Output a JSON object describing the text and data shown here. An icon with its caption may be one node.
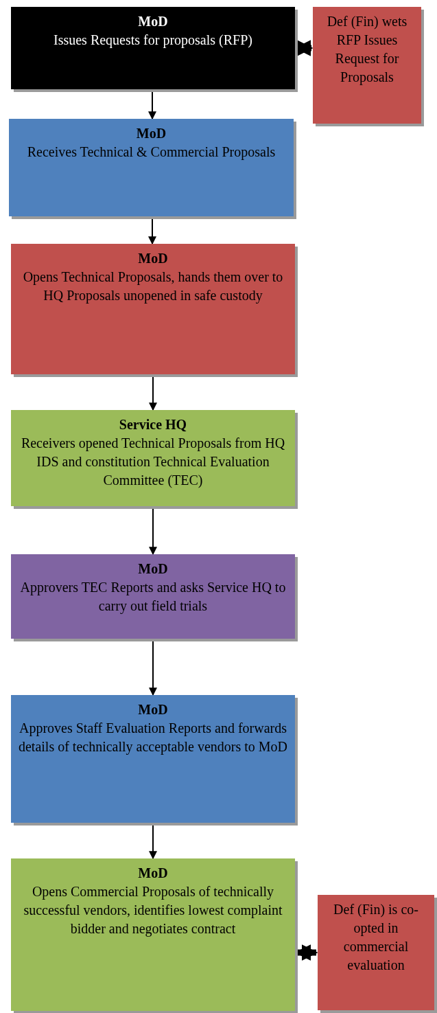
{
  "diagram": {
    "nodes": [
      {
        "text": [
          "MoD",
          "Issues Requests for proposals (RFP)"
        ]
      },
      {
        "text": [
          "Def (Fin) wets RFP Issues Request for Proposals"
        ]
      },
      {
        "text": [
          "MoD",
          "Receives Technical & Commercial Proposals"
        ]
      },
      {
        "text": [
          "MoD",
          "Opens Technical Proposals, hands them over to HQ Proposals unopened in safe custody"
        ]
      },
      {
        "text": [
          "Service HQ",
          "Receivers opened Technical Proposals from HQ IDS and constitution Technical Evaluation Committee (TEC)"
        ]
      },
      {
        "text": [
          "MoD",
          "Approvers TEC Reports and asks Service HQ to carry out field trials"
        ]
      },
      {
        "text": [
          "MoD",
          "Approves Staff Evaluation Reports and forwards details of technically acceptable vendors to MoD"
        ]
      },
      {
        "text": [
          "MoD",
          "Opens Commercial Proposals of technically successful vendors, identifies lowest complaint bidder and negotiates contract"
        ]
      },
      {
        "text": [
          "Def (Fin) is co-opted in commercial evaluation"
        ]
      }
    ],
    "edges": [
      {
        "from": 0,
        "to": 1,
        "arrow": "both",
        "style": "thick"
      },
      {
        "from": 0,
        "to": 2,
        "arrow": "to"
      },
      {
        "from": 2,
        "to": 3,
        "arrow": "to"
      },
      {
        "from": 3,
        "to": 4,
        "arrow": "to"
      },
      {
        "from": 4,
        "to": 5,
        "arrow": "to"
      },
      {
        "from": 5,
        "to": 6,
        "arrow": "to"
      },
      {
        "from": 6,
        "to": 7,
        "arrow": "to"
      },
      {
        "from": 7,
        "to": 8,
        "arrow": "both",
        "style": "thick"
      }
    ]
  }
}
